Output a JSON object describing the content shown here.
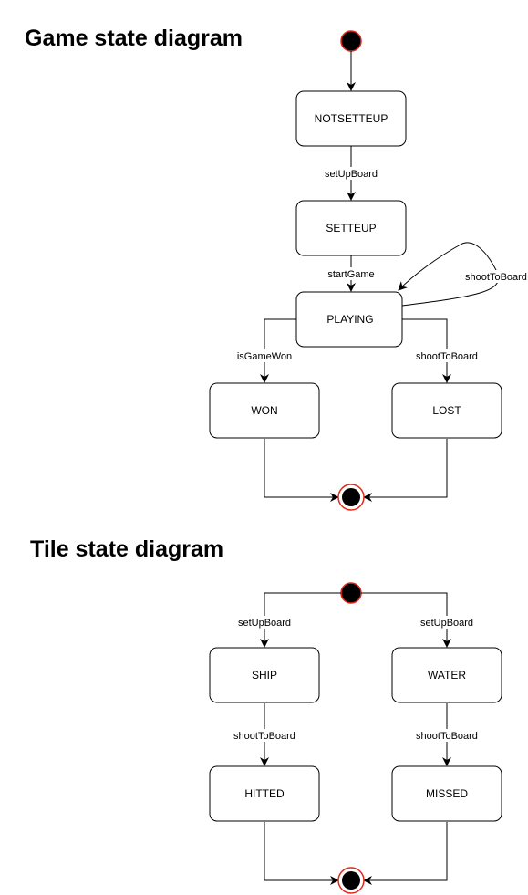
{
  "game": {
    "title": "Game state diagram",
    "states": {
      "notsetteup": "NOTSETTEUP",
      "setteup": "SETTEUP",
      "playing": "PLAYING",
      "won": "WON",
      "lost": "LOST"
    },
    "transitions": {
      "setup_board": "setUpBoard",
      "start_game": "startGame",
      "shoot_self": "shootToBoard",
      "is_game_won": "isGameWon",
      "shoot_lost": "shootToBoard"
    }
  },
  "tile": {
    "title": "Tile state diagram",
    "states": {
      "ship": "SHIP",
      "water": "WATER",
      "hitted": "HITTED",
      "missed": "MISSED"
    },
    "transitions": {
      "setup_ship": "setUpBoard",
      "setup_water": "setUpBoard",
      "shoot_ship": "shootToBoard",
      "shoot_water": "shootToBoard"
    }
  }
}
